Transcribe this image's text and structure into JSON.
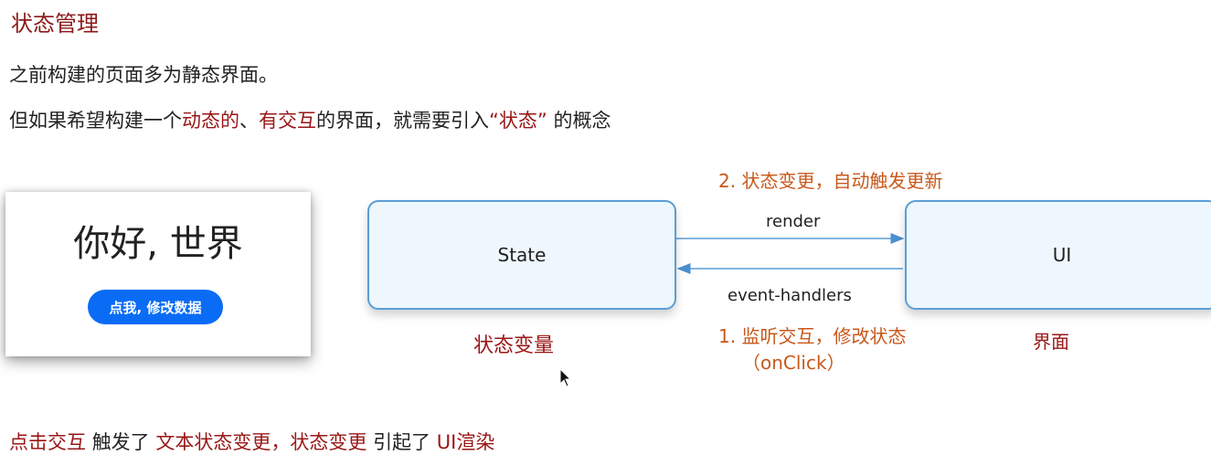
{
  "slide": {
    "title": "状态管理",
    "intro_line": "之前构建的页面多为静态界面。",
    "second_line": {
      "prefix": "但如果希望构建一个",
      "highlight1": "动态的",
      "sep": "、",
      "highlight2": "有交互",
      "middle": "的界面，就需要引入",
      "highlight3": "“状态”",
      "suffix": "的概念"
    }
  },
  "demo": {
    "hello_text": "你好, 世界",
    "button_label": "点我, 修改数据",
    "button_color": "#0a6cf5"
  },
  "diagram": {
    "state_box_label": "State",
    "ui_box_label": "UI",
    "render_label": "render",
    "event_label": "event-handlers",
    "step2_text": "2. 状态变更，自动触发更新",
    "step1_text": "1. 监听交互，修改状态",
    "step1_sub": "（onClick）",
    "state_caption": "状态变量",
    "ui_caption": "界面",
    "box_border_color": "#5a9ed6",
    "box_fill_color": "#eef7fd"
  },
  "summary": {
    "part1": "点击交互",
    "part2": "触发了",
    "part3": "文本状态变更，",
    "part4": "状态变更",
    "part5": "引起了",
    "part6": "UI渲染"
  },
  "colors": {
    "title": "#8b1a1a",
    "highlight_red": "#9a1616",
    "highlight_orange": "#c8581a"
  }
}
